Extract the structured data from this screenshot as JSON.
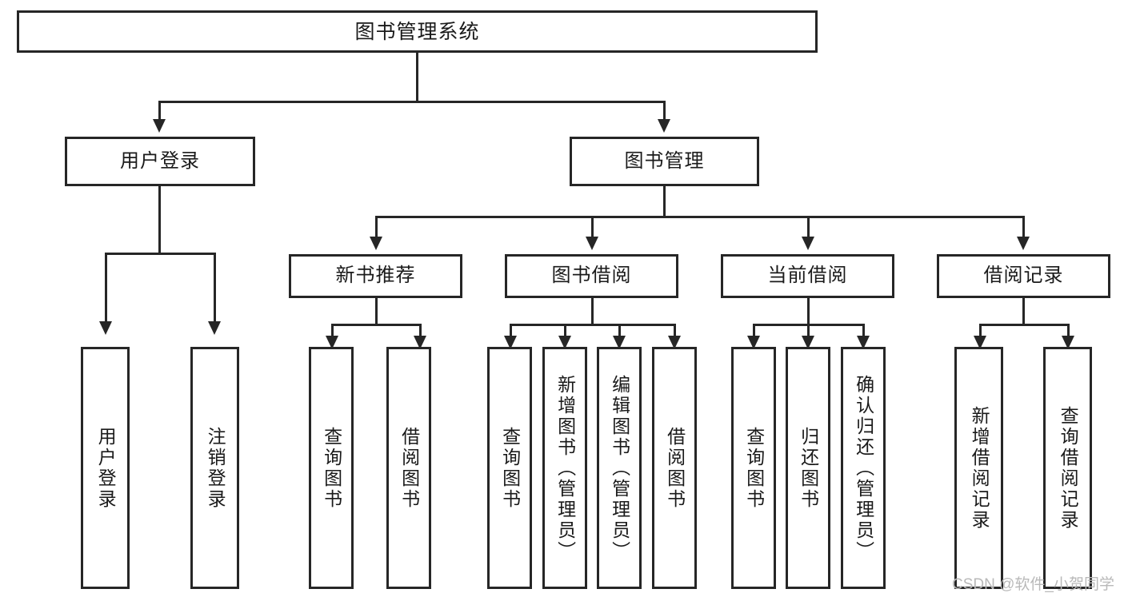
{
  "diagram": {
    "type": "tree",
    "title": "图书管理系统",
    "watermark": "CSDN @软件_小贺同学",
    "root": {
      "label": "图书管理系统",
      "id": "root"
    },
    "level2": [
      {
        "id": "user-login",
        "label": "用户登录"
      },
      {
        "id": "book-manage",
        "label": "图书管理"
      }
    ],
    "level3": [
      {
        "id": "new-book-recommend",
        "label": "新书推荐",
        "parent": "book-manage"
      },
      {
        "id": "book-borrow",
        "label": "图书借阅",
        "parent": "book-manage"
      },
      {
        "id": "current-borrow",
        "label": "当前借阅",
        "parent": "book-manage"
      },
      {
        "id": "borrow-record",
        "label": "借阅记录",
        "parent": "book-manage"
      }
    ],
    "leaves": [
      {
        "id": "leaf-user-login",
        "label": "用户登录",
        "parent": "user-login"
      },
      {
        "id": "leaf-logout-login",
        "label": "注销登录",
        "parent": "user-login"
      },
      {
        "id": "leaf-query-book-1",
        "label": "查询图书",
        "parent": "new-book-recommend"
      },
      {
        "id": "leaf-borrow-book-1",
        "label": "借阅图书",
        "parent": "new-book-recommend"
      },
      {
        "id": "leaf-query-book-2",
        "label": "查询图书",
        "parent": "book-borrow"
      },
      {
        "id": "leaf-add-book",
        "label": "新增图书（管理员）",
        "parent": "book-borrow"
      },
      {
        "id": "leaf-edit-book",
        "label": "编辑图书（管理员）",
        "parent": "book-borrow"
      },
      {
        "id": "leaf-borrow-book-2",
        "label": "借阅图书",
        "parent": "book-borrow"
      },
      {
        "id": "leaf-query-book-3",
        "label": "查询图书",
        "parent": "current-borrow"
      },
      {
        "id": "leaf-return-book",
        "label": "归还图书",
        "parent": "current-borrow"
      },
      {
        "id": "leaf-confirm-return",
        "label": "确认归还（管理员）",
        "parent": "current-borrow"
      },
      {
        "id": "leaf-add-record",
        "label": "新增借阅记录",
        "parent": "borrow-record"
      },
      {
        "id": "leaf-query-record",
        "label": "查询借阅记录",
        "parent": "borrow-record"
      }
    ],
    "colors": {
      "stroke": "#262626",
      "fill": "#ffffff",
      "text": "#1a1a1a",
      "watermark": "#b9b9b9"
    }
  }
}
